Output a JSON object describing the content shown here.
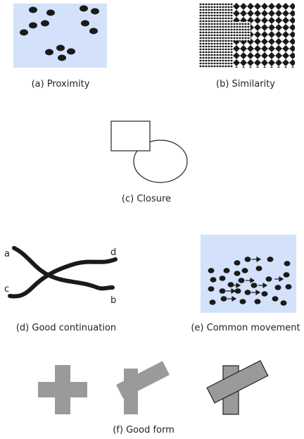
{
  "colors": {
    "panel_bg": "#d3e2fa",
    "dot": "#1a1a1a",
    "gray_shape": "#9a9a9a",
    "outline": "#222222"
  },
  "captions": {
    "a": "(a) Proximity",
    "b": "(b) Similarity",
    "c": "(c) Closure",
    "d": "(d) Good continuation",
    "e": "(e) Common movement",
    "f": "(f) Good form"
  },
  "continuation_labels": {
    "a": "a",
    "b": "b",
    "c": "c",
    "d": "d"
  }
}
